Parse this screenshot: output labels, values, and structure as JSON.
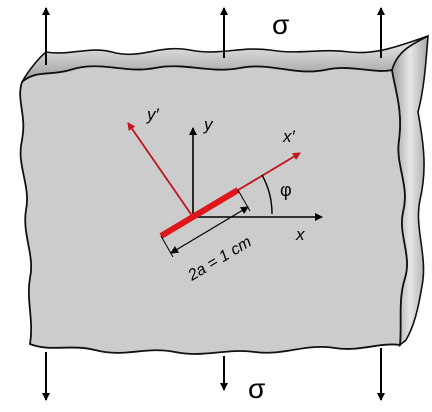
{
  "stress": {
    "top_label": "σ",
    "bottom_label": "σ"
  },
  "axes": {
    "x": "x",
    "y": "y",
    "x_prime": "x′",
    "y_prime": "y′"
  },
  "angle": {
    "label": "φ"
  },
  "crack": {
    "length_label": "2a = 1 cm"
  },
  "colors": {
    "plate_face": "#cccccc",
    "plate_side": "#b0b0b0",
    "outline": "#111111",
    "rotated_axes": "#c0161b",
    "crack": "#e0151b",
    "axes": "#000000"
  }
}
